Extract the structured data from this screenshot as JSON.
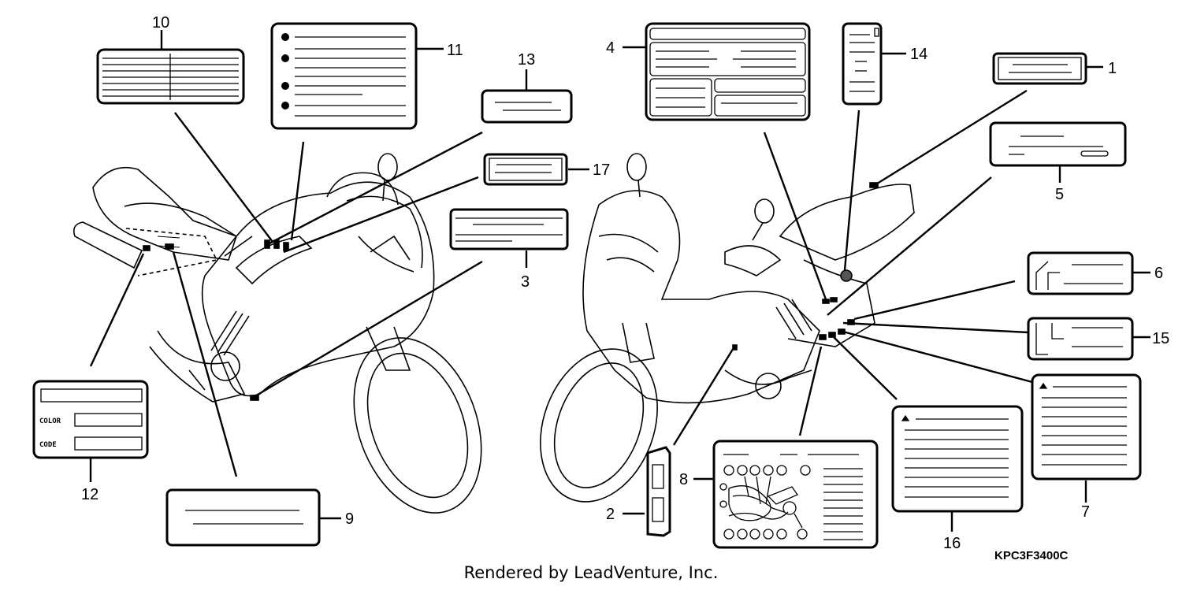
{
  "callouts": {
    "n1": "1",
    "n2": "2",
    "n3": "3",
    "n4": "4",
    "n5": "5",
    "n6": "6",
    "n7": "7",
    "n8": "8",
    "n9": "9",
    "n10": "10",
    "n11": "11",
    "n12": "12",
    "n13": "13",
    "n14": "14",
    "n15": "15",
    "n16": "16",
    "n17": "17"
  },
  "label12": {
    "color": "COLOR",
    "code": "CODE"
  },
  "footer": {
    "credit": "Rendered by LeadVenture, Inc.",
    "code": "KPC3F3400C"
  }
}
